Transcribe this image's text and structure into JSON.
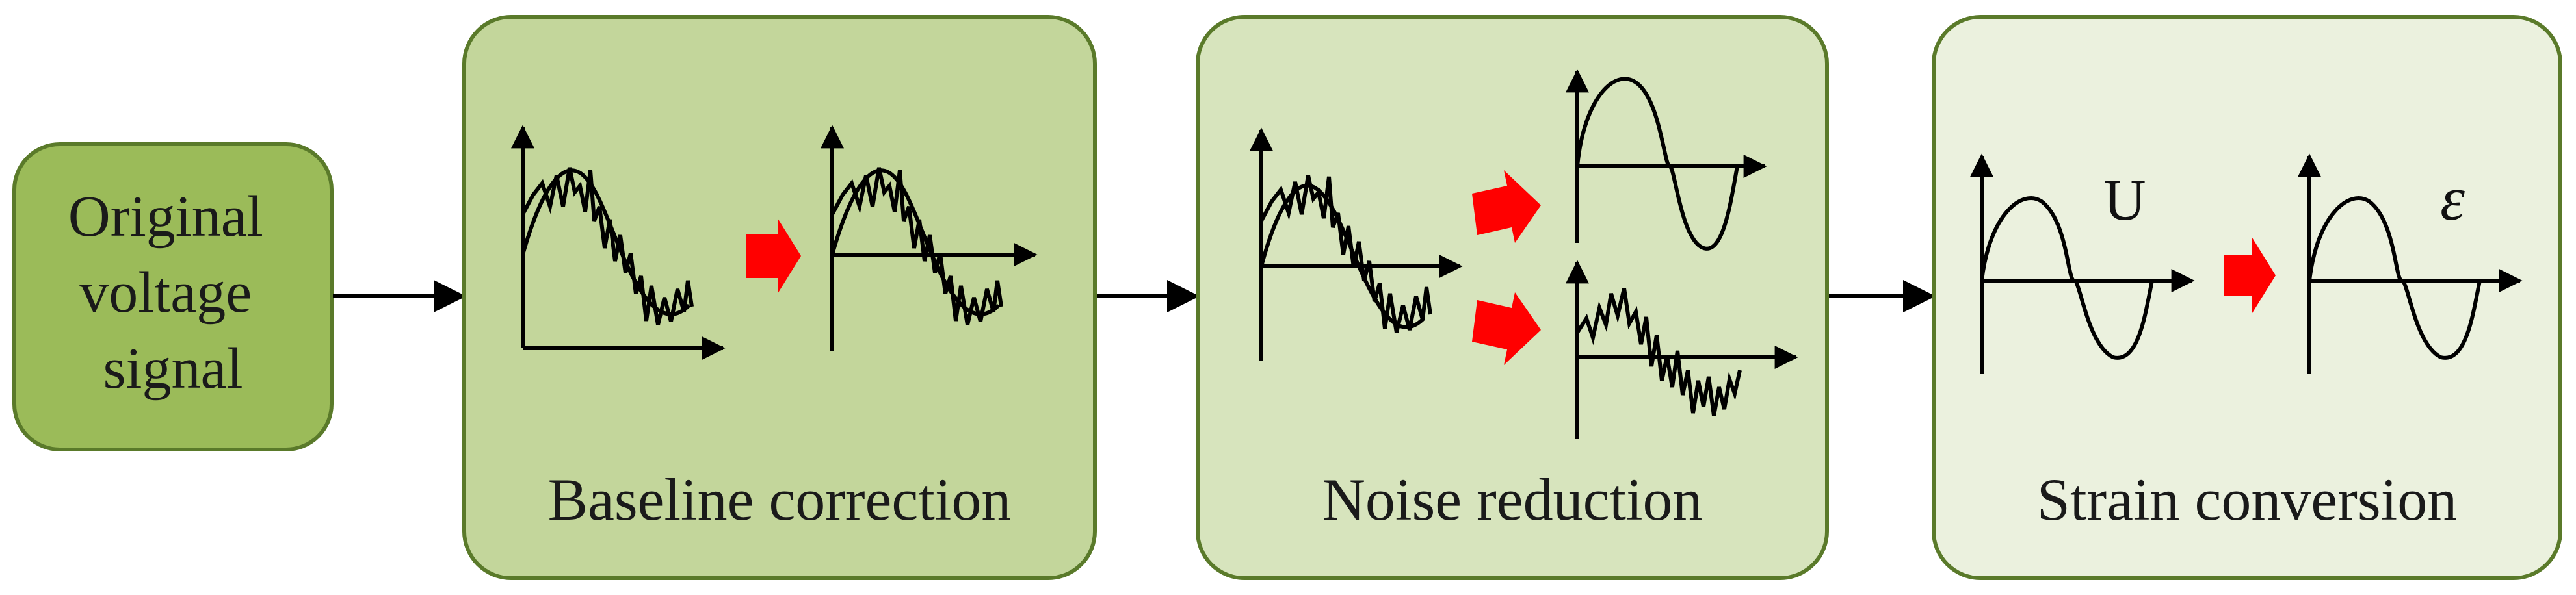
{
  "diagram": {
    "source": {
      "lines": [
        "Original",
        "voltage",
        "signal"
      ]
    },
    "stages": [
      {
        "title": "Baseline correction"
      },
      {
        "title": "Noise reduction"
      },
      {
        "title": "Strain conversion"
      }
    ],
    "symbols": {
      "voltage": "U",
      "strain": "ε"
    },
    "colors": {
      "source_fill": "#9bbb59",
      "source_stroke": "#5a7a2a",
      "stage1_fill": "#c3d69b",
      "stage2_fill": "#d7e4bd",
      "stage3_fill": "#ebf1de",
      "stage_stroke": "#5a7a2a",
      "transition_arrow": "#ff0000",
      "flow_arrow": "#000000"
    }
  }
}
